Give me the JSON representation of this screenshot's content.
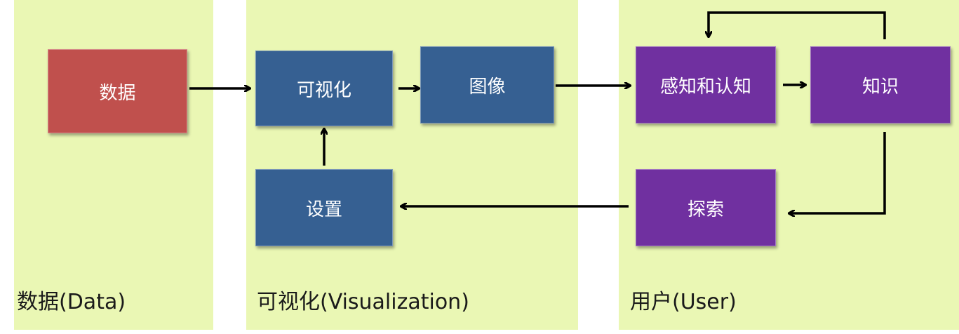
{
  "panels": {
    "data": {
      "label": "数据(Data)"
    },
    "visualization": {
      "label": "可视化(Visualization)"
    },
    "user": {
      "label": "用户(User)"
    }
  },
  "nodes": {
    "data": "数据",
    "visualize": "可视化",
    "image": "图像",
    "settings": "设置",
    "perception": "感知和认知",
    "knowledge": "知识",
    "explore": "探索"
  },
  "colors": {
    "panel_bg": "#eaf7b4",
    "data_node": "#c0504d",
    "vis_node": "#366092",
    "user_node": "#7030a0",
    "arrow": "#000000"
  }
}
